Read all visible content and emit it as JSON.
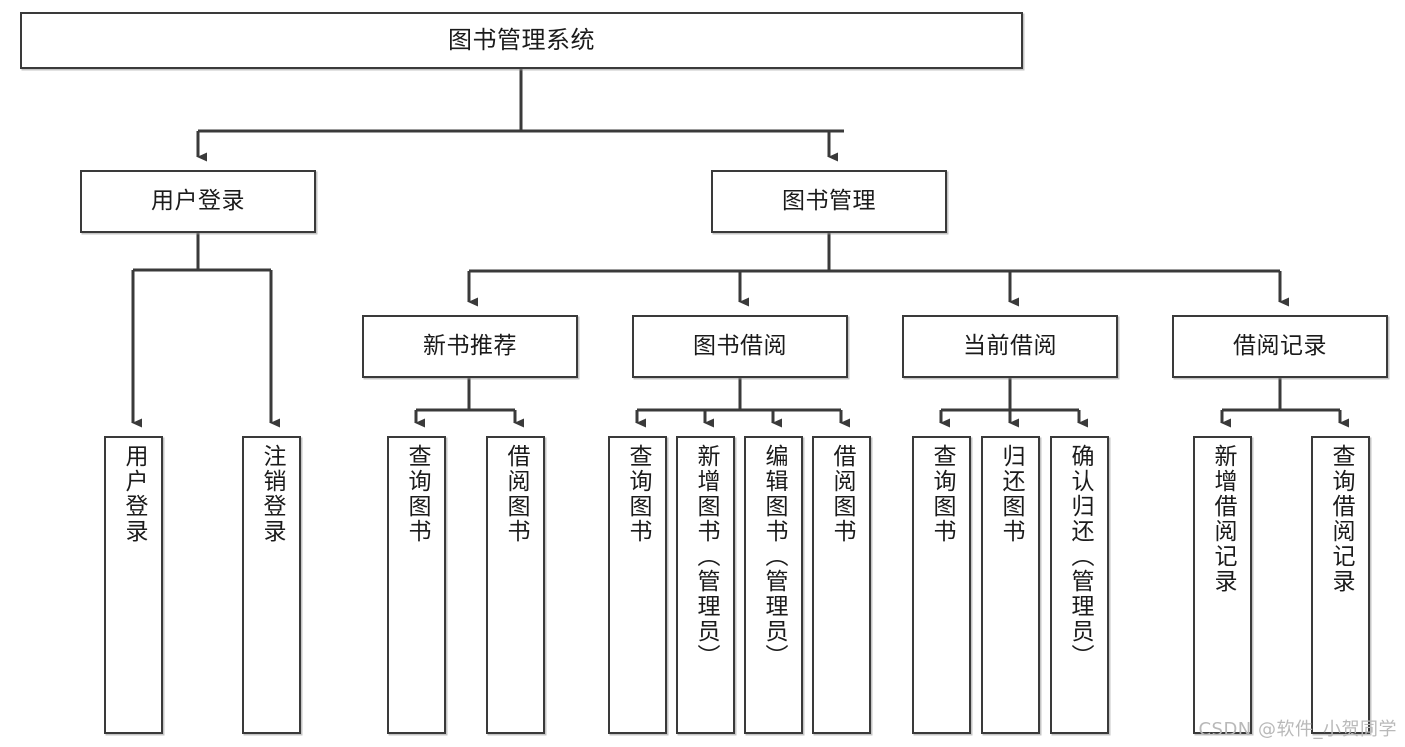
{
  "diagram": {
    "title": "图书管理系统",
    "watermark": "CSDN @软件_小贺同学",
    "colors": {
      "border": "#3a3a3a",
      "background": "#ffffff",
      "text": "#1b1b1b",
      "edge": "#3a3a3a",
      "watermark": "#b9b9b9"
    },
    "levels": {
      "root": {
        "label": "图书管理系统"
      },
      "level2": [
        {
          "label": "用户登录"
        },
        {
          "label": "图书管理"
        }
      ],
      "level3": [
        {
          "label": "新书推荐"
        },
        {
          "label": "图书借阅"
        },
        {
          "label": "当前借阅"
        },
        {
          "label": "借阅记录"
        }
      ],
      "leaves": {
        "user_login": [
          {
            "label": "用户登录"
          },
          {
            "label": "注销登录"
          }
        ],
        "new_book": [
          {
            "label": "查询图书"
          },
          {
            "label": "借阅图书"
          }
        ],
        "book_borrow": [
          {
            "label": "查询图书"
          },
          {
            "label": "新增图书（管理员）"
          },
          {
            "label": "编辑图书（管理员）"
          },
          {
            "label": "借阅图书"
          }
        ],
        "current_borrow": [
          {
            "label": "查询图书"
          },
          {
            "label": "归还图书"
          },
          {
            "label": "确认归还（管理员）"
          }
        ],
        "borrow_record": [
          {
            "label": "新增借阅记录"
          },
          {
            "label": "查询借阅记录"
          }
        ]
      }
    }
  }
}
